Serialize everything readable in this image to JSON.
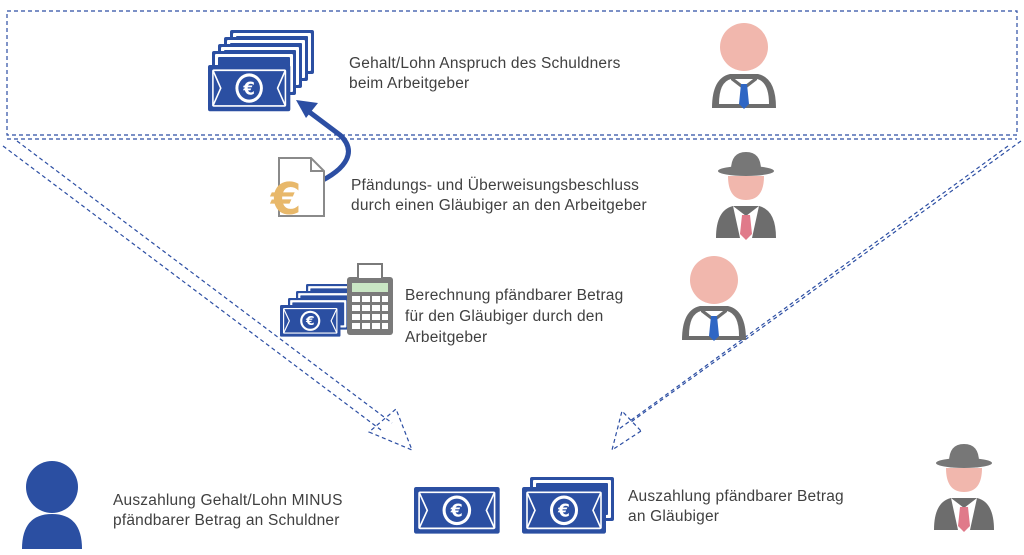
{
  "steps": {
    "salary_claim": {
      "line1": "Gehalt/Lohn Anspruch des Schuldners",
      "line2": "beim Arbeitgeber"
    },
    "garnishment_order": {
      "line1": "Pfändungs- und Überweisungsbeschluss",
      "line2": "durch einen Gläubiger an den Arbeitgeber"
    },
    "calculation": {
      "line1": "Berechnung pfändbarer Betrag",
      "line2": "für den Gläubiger durch den",
      "line3": "Arbeitgeber"
    }
  },
  "payouts": {
    "debtor": {
      "line1": "Auszahlung Gehalt/Lohn MINUS",
      "line2": "pfändbarer Betrag an Schuldner"
    },
    "creditor": {
      "line1": "Auszahlung pfändbarer Betrag",
      "line2": "an Gläubiger"
    }
  },
  "icons": {
    "currency_symbol": "€"
  },
  "colors": {
    "dashed_frame": "#2c4ea3",
    "money_blue": "#2b4fa2",
    "skin": "#f1b7ad",
    "suit_gray": "#6d6d6d",
    "tie_blue": "#2f66c4",
    "tie_pink": "#e07a8a",
    "hat_gray": "#777777",
    "euro_gold": "#e8b86a",
    "arrow_blue": "#2c4ea3"
  }
}
